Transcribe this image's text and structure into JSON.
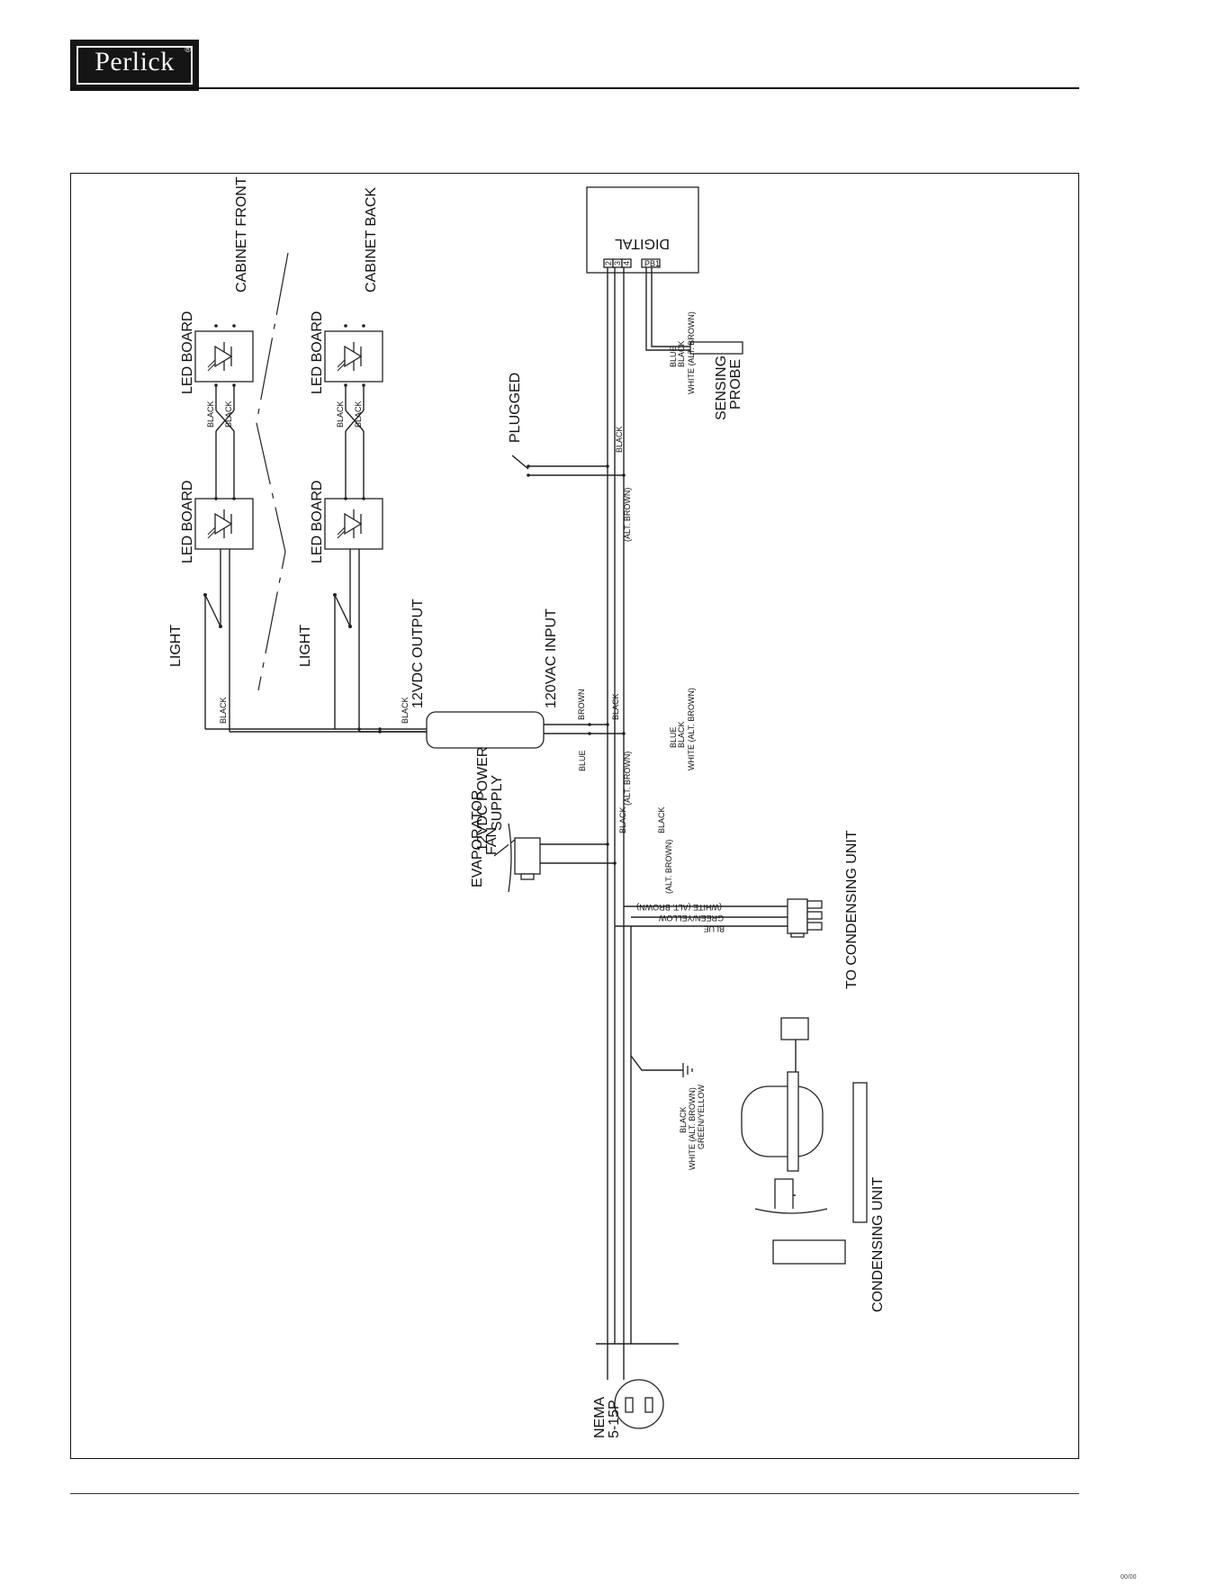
{
  "logo": {
    "brand": "Perlick",
    "registered_mark": "®"
  },
  "diagram": {
    "labels": {
      "cabinet_front": "CABINET FRONT",
      "cabinet_back": "CABINET BACK",
      "led_board": "LED BOARD",
      "light": "LIGHT",
      "output_12vdc": "12VDC OUTPUT",
      "input_120vac": "120VAC INPUT",
      "power_supply_line1": "12VDC POWER",
      "power_supply_line2": "SUPPLY",
      "digital": "DIGITAL",
      "pb1": "PB1",
      "terminal_2": "2",
      "terminal_3": "3",
      "terminal_4": "4",
      "sensing_line1": "SENSING",
      "sensing_line2": "PROBE",
      "plugged": "PLUGGED",
      "evaporator_line1": "EVAPORATOR",
      "evaporator_line2": "FAN",
      "to_condensing_unit": "TO CONDENSING UNIT",
      "condensing_unit": "CONDENSING UNIT",
      "nema_line1": "NEMA",
      "nema_line2": "5-15P"
    },
    "wires": {
      "black": "BLACK",
      "blue": "BLUE",
      "brown": "BROWN",
      "alt_brown": "(ALT. BROWN)",
      "white_alt_brown": "WHITE (ALT. BROWN)",
      "white_alt_brown_paren": "(WHITE (ALT. BROWN)",
      "green_yellow": "GREEN/YELLOW"
    }
  },
  "page_ref": "00/00"
}
